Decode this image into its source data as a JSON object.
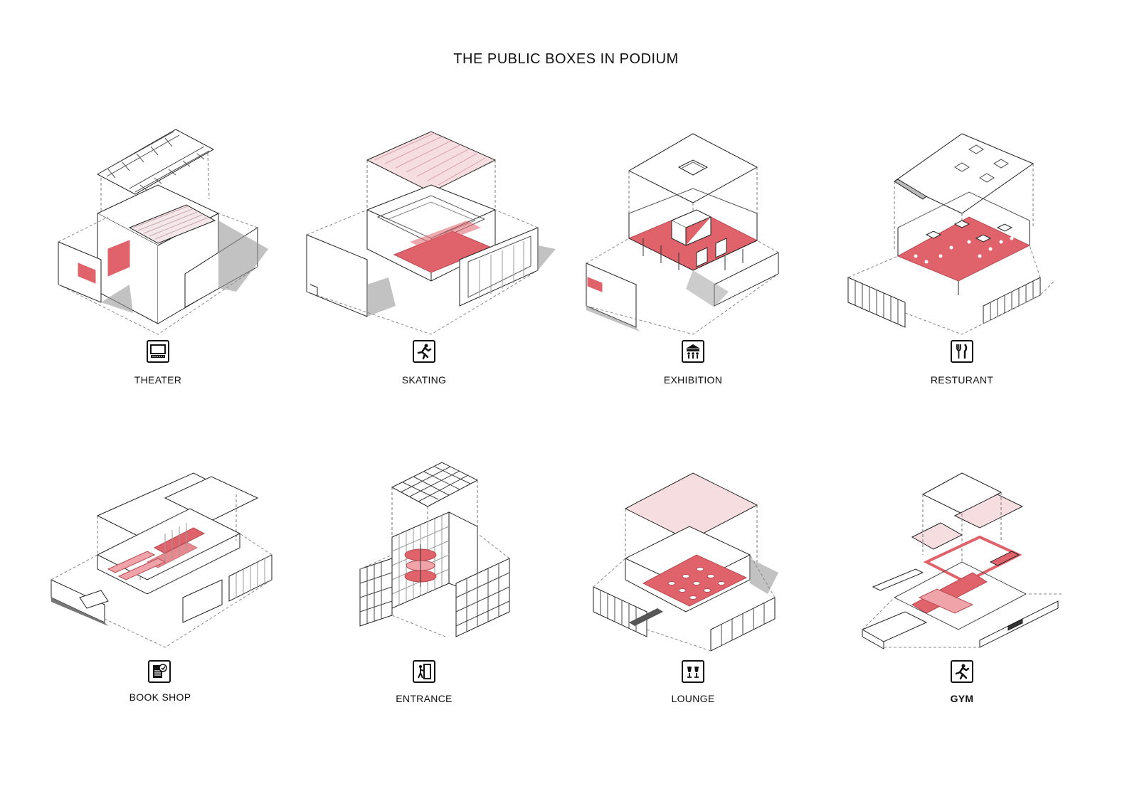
{
  "title": "THE PUBLIC BOXES IN PODIUM",
  "accent_color": "#e0636b",
  "tint_color": "#f6dde0",
  "boxes": [
    {
      "label": "THEATER",
      "icon": "theater-screen-icon"
    },
    {
      "label": "SKATING",
      "icon": "skating-figure-icon"
    },
    {
      "label": "EXHIBITION",
      "icon": "exhibition-gallery-icon"
    },
    {
      "label": "RESTURANT",
      "icon": "fork-knife-icon"
    },
    {
      "label": "BOOK SHOP",
      "icon": "book-shop-icon"
    },
    {
      "label": "ENTRANCE",
      "icon": "entrance-door-icon"
    },
    {
      "label": "LOUNGE",
      "icon": "cheers-glasses-icon"
    },
    {
      "label": "GYM",
      "icon": "running-figure-icon"
    }
  ]
}
